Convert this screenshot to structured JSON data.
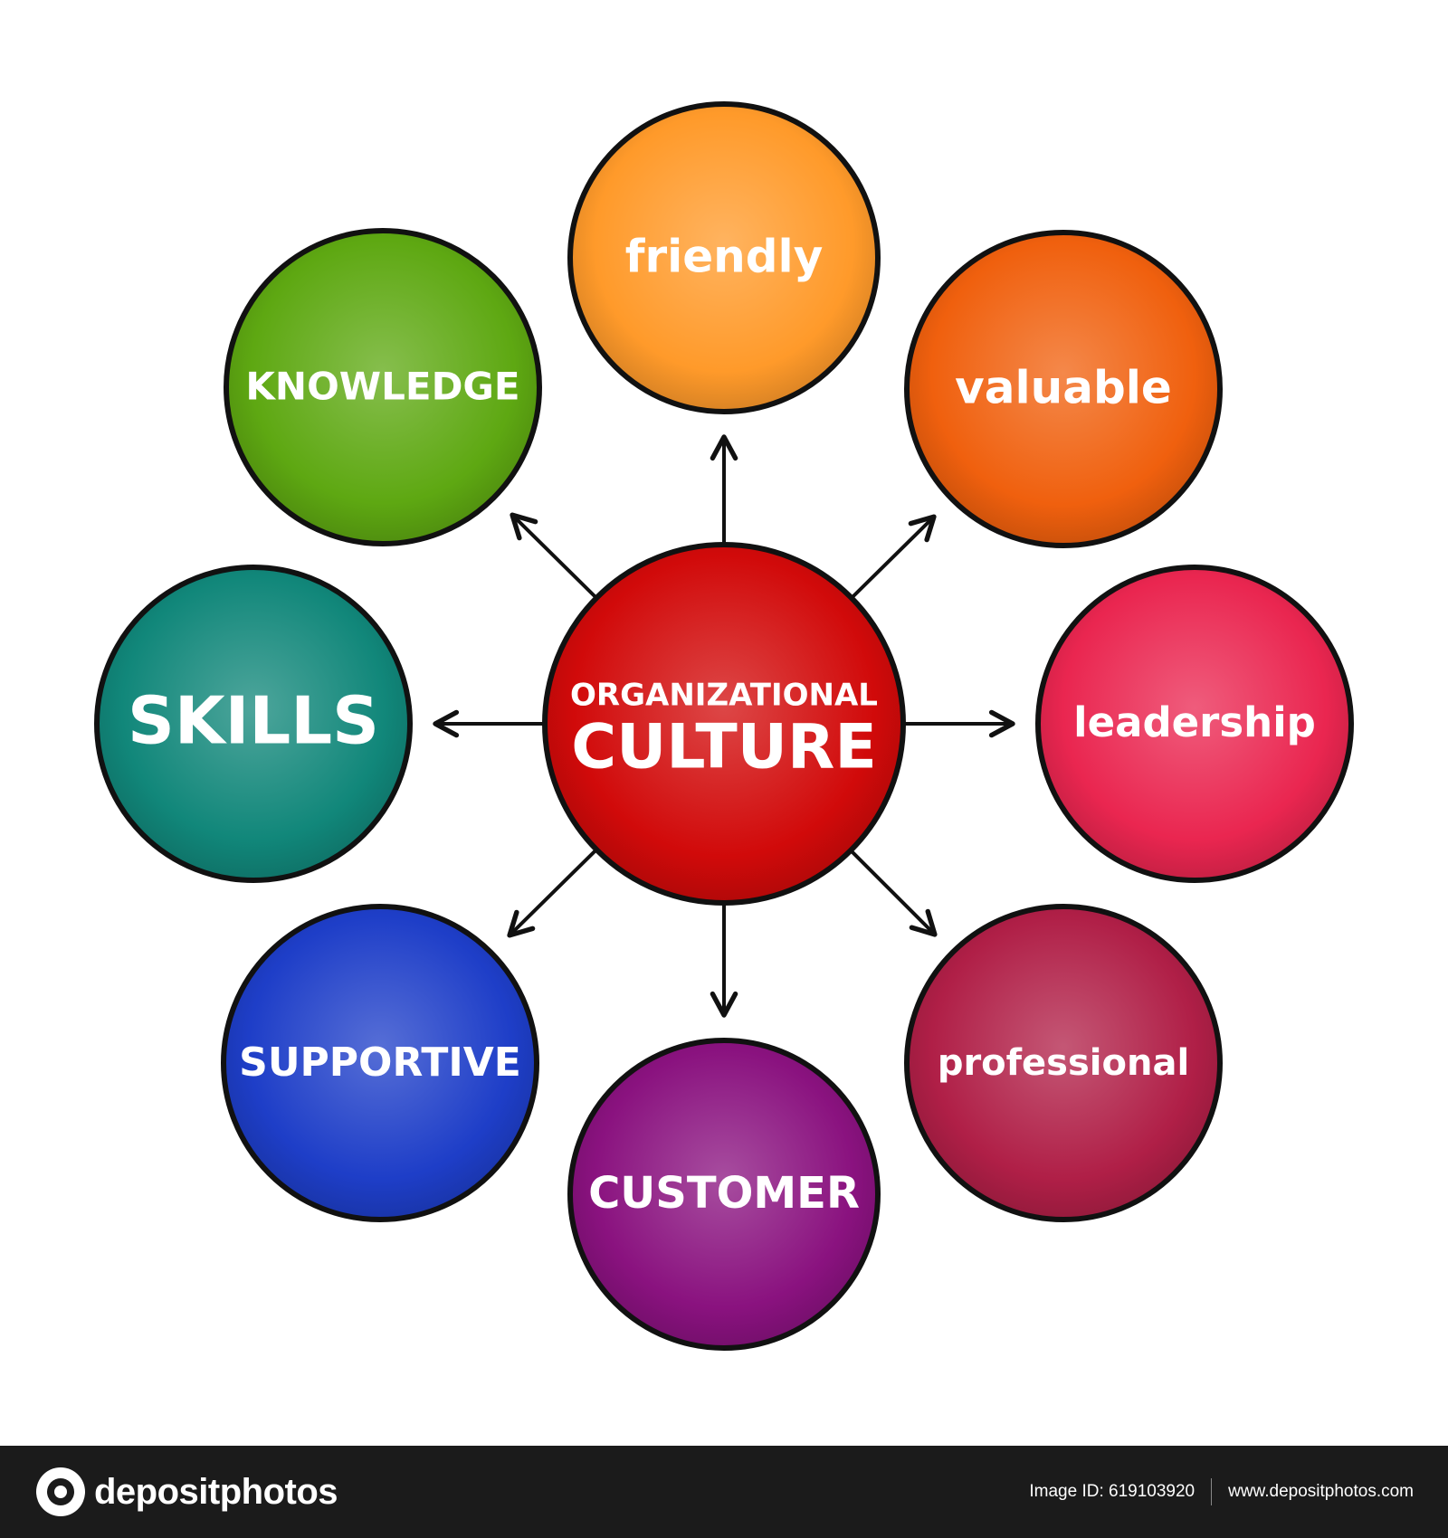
{
  "center": {
    "line1": "ORGANIZATIONAL",
    "line2": "CULTURE",
    "color": "#d10a0a"
  },
  "nodes": [
    {
      "id": "friendly",
      "label": "friendly",
      "color": "#ff9a2a"
    },
    {
      "id": "valuable",
      "label": "valuable",
      "color": "#f0600e"
    },
    {
      "id": "leadership",
      "label": "leadership",
      "color": "#ea2650"
    },
    {
      "id": "professional",
      "label": "professional",
      "color": "#b01f47"
    },
    {
      "id": "customer",
      "label": "CUSTOMER",
      "color": "#8a127f"
    },
    {
      "id": "supportive",
      "label": "SUPPORTIVE",
      "color": "#1e3ec8"
    },
    {
      "id": "skills",
      "label": "SKILLS",
      "color": "#11877a"
    },
    {
      "id": "knowledge",
      "label": "KNOWLEDGE",
      "color": "#5ea812"
    }
  ],
  "footer": {
    "brand": "depositphotos",
    "image_id": "Image ID: 619103920",
    "url": "www.depositphotos.com"
  }
}
